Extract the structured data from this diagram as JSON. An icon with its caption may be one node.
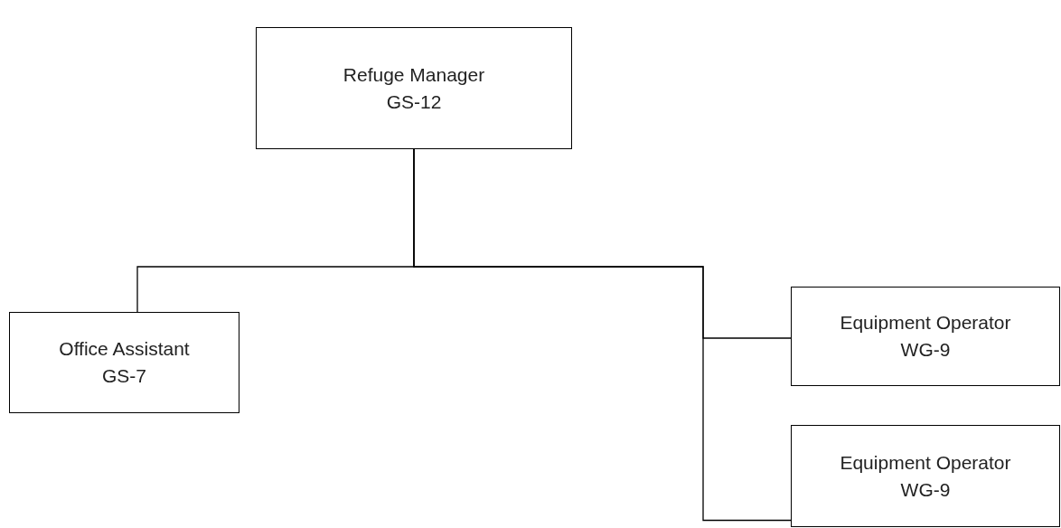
{
  "diagram": {
    "nodes": [
      {
        "text": [
          "Refuge Manager",
          "GS-12"
        ]
      },
      {
        "text": [
          "Office Assistant",
          "GS-7"
        ]
      },
      {
        "text": [
          "Equipment Operator",
          "WG-9"
        ]
      },
      {
        "text": [
          "Equipment Operator",
          "WG-9"
        ]
      }
    ],
    "edges": [
      {
        "from": 0,
        "to": 1,
        "arrow": "none"
      },
      {
        "from": 0,
        "to": 2,
        "arrow": "none"
      },
      {
        "from": 0,
        "to": 3,
        "arrow": "none"
      }
    ]
  }
}
